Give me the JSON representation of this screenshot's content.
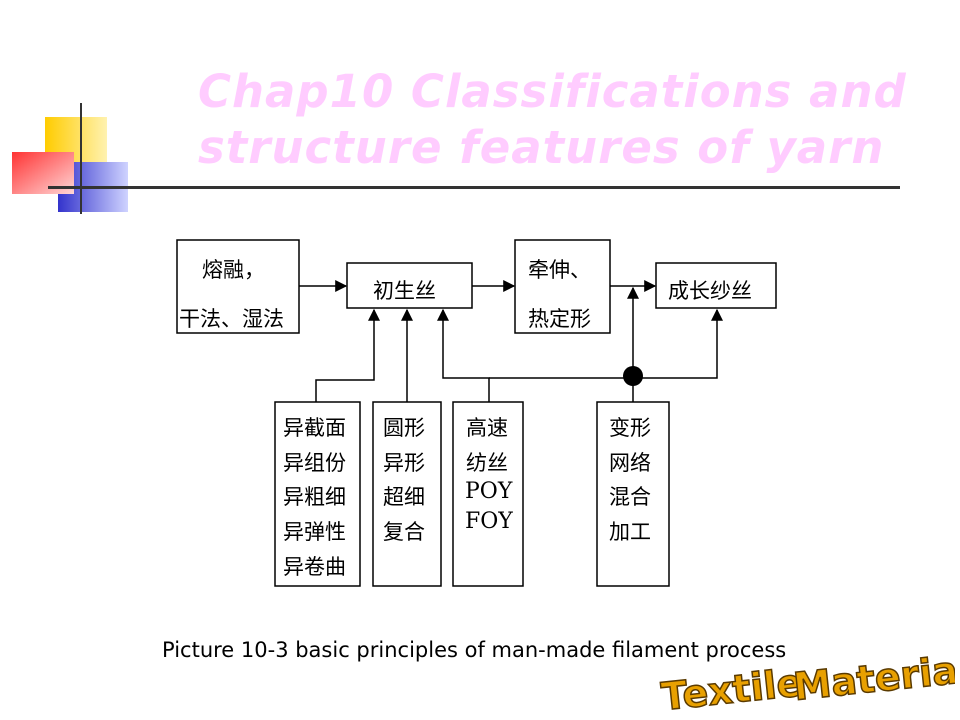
{
  "slide": {
    "title_line1": "Chap10  Classifications  and",
    "title_line2": "structure  features  of  yarn",
    "caption": "Picture 10-3 basic principles of man-made filament process"
  },
  "diagram": {
    "melt_box": [
      "熔融，",
      "干法、湿法"
    ],
    "nascent_box": "初生丝",
    "draw_box": [
      "牵伸、",
      "热定形"
    ],
    "grown_box": "成长纱丝",
    "box_a": [
      "异截面",
      "异组份",
      "异粗细",
      "异弹性",
      "异卷曲"
    ],
    "box_b": [
      "圆形",
      "异形",
      "超细",
      "复合"
    ],
    "box_c": [
      "高速",
      "纺丝",
      "POY",
      "FOY"
    ],
    "box_d": [
      "变形",
      "网络",
      "混合",
      "加工"
    ]
  },
  "watermark": {
    "word1": "Textile",
    "word2": "Materials"
  },
  "colors": {
    "title": "#ffccff",
    "logo_yellow": "#ffcc00",
    "logo_red": "#ff3333",
    "logo_blue": "#3333cc",
    "wordart_fill": "#e8a000"
  }
}
